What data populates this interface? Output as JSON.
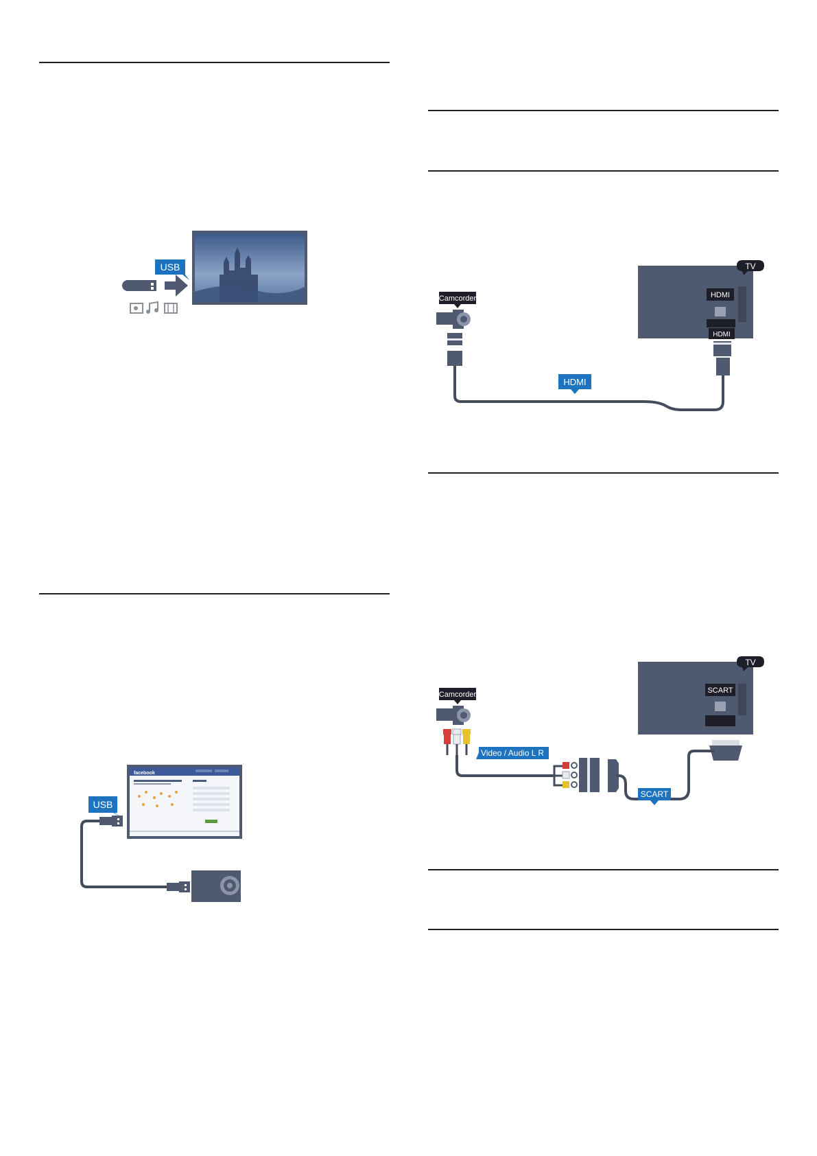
{
  "labels": {
    "usb": "USB",
    "usb_camera": "USB",
    "facebook": "facebook",
    "camcorder": "Camcorder",
    "camcorder_2": "Camcorder",
    "tv": "TV",
    "tv_2": "TV",
    "hdmi_tv_port": "HDMI",
    "hdmi_plug": "HDMI",
    "hdmi_cable": "HDMI",
    "scart_tv_port": "SCART",
    "scart_cable": "SCART",
    "video_audio": "Video / Audio L R"
  },
  "colors": {
    "device": "#4f5a70",
    "callout": "#1e73be",
    "cable": "#444c5c",
    "rule": "#1e1e1e",
    "red": "#d43f3a",
    "white": "#ffffff",
    "yellow": "#e8c12f"
  },
  "icons": [
    "photo-icon",
    "music-note-icon",
    "film-icon",
    "arrow-right-icon"
  ]
}
